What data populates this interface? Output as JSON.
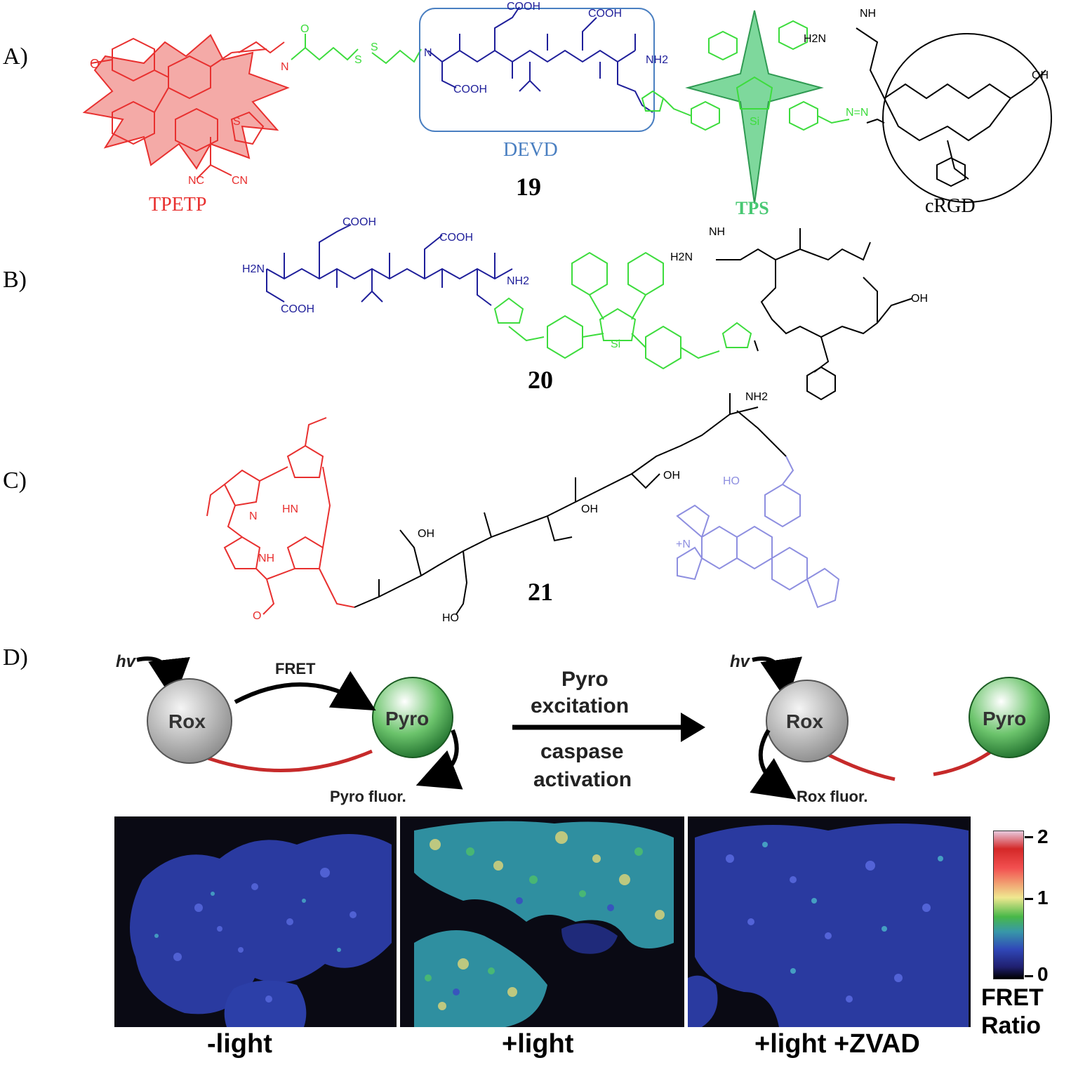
{
  "panels": {
    "a": "A)",
    "b": "B)",
    "c": "C)",
    "d": "D)"
  },
  "compounds": {
    "c19": "19",
    "c20": "20",
    "c21": "21"
  },
  "labels_a": {
    "tpetp": "TPETP",
    "devd": "DEVD",
    "tps": "TPS",
    "crgd": "cRGD"
  },
  "atoms_a": {
    "cooh1": "COOH",
    "cooh2": "COOH",
    "cooh3": "COOH",
    "nh2": "NH2",
    "h2n": "H2N",
    "nh": "NH",
    "oh": "OH",
    "nc1": "NC",
    "cn": "CN",
    "si": "Si",
    "s": "S"
  },
  "atoms_b": {
    "cooh1": "COOH",
    "cooh2": "COOH",
    "cooh3": "COOH",
    "h2n": "H2N",
    "nh2": "NH2",
    "nh": "NH",
    "h2n2": "H2N",
    "oh": "OH",
    "si": "Si"
  },
  "atoms_c": {
    "nh2": "NH2",
    "oh1": "OH",
    "oh2": "OH",
    "oh3": "OH",
    "ho1": "HO",
    "ho2": "HO",
    "nplus": "+N",
    "n": "N",
    "hn": "HN",
    "nh": "NH",
    "o": "O"
  },
  "scheme_d": {
    "hv1": "hv",
    "hv2": "hv",
    "rox1": "Rox",
    "pyro1": "Pyro",
    "fret": "FRET",
    "pyro_fluor": "Pyro fluor.",
    "pyro_excitation_1": "Pyro",
    "pyro_excitation_2": "excitation",
    "caspase_1": "caspase",
    "caspase_2": "activation",
    "rox2": "Rox",
    "pyro2": "Pyro",
    "rox_fluor": "Rox fluor."
  },
  "images_d": {
    "caption1": "-light",
    "caption2": "+light",
    "caption3": "+light +ZVAD"
  },
  "colorbar": {
    "title_1": "FRET",
    "title_2": "Ratio",
    "tick_top": "2",
    "tick_mid": "1",
    "tick_bottom": "0"
  },
  "colors": {
    "red": "#e8302f",
    "green": "#3ddc3d",
    "blue": "#1f1f9a",
    "lavender": "#8e8fe0",
    "devd_box": "#4a7fc1",
    "tps_star": "#47c872"
  }
}
